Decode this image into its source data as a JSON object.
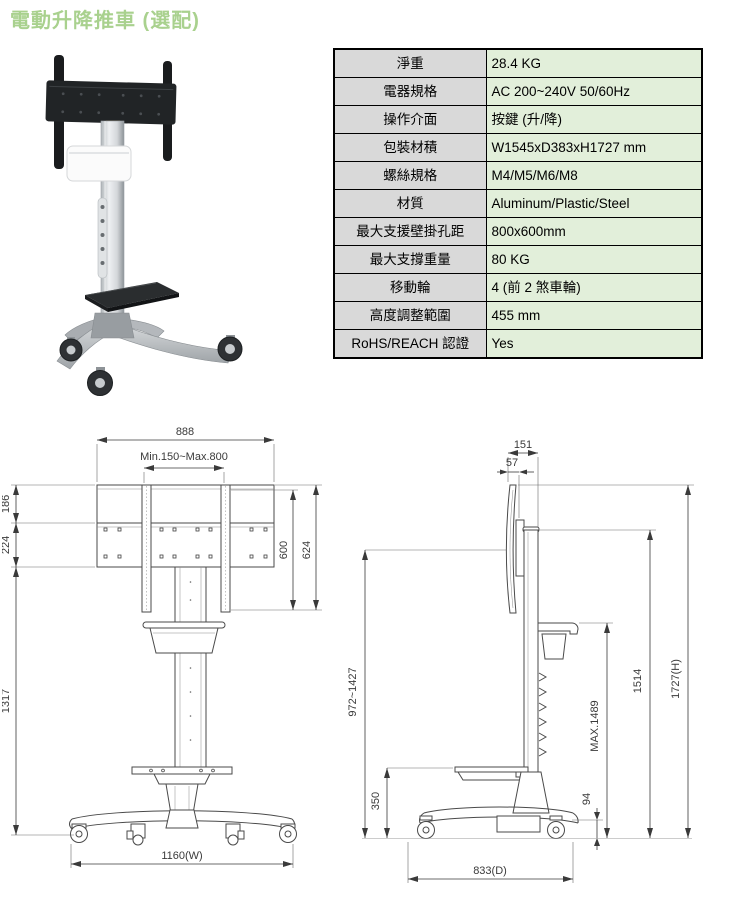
{
  "header": {
    "title": "電動升降推車 (選配)"
  },
  "colors": {
    "title_green": "#a9d18e",
    "table_label_bg": "#d9d9d9",
    "table_value_bg": "#e2efda",
    "table_border": "#000000"
  },
  "spec_table": {
    "rows": [
      {
        "label": "淨重",
        "value": "28.4 KG"
      },
      {
        "label": "電器規格",
        "value": "AC 200~240V 50/60Hz"
      },
      {
        "label": "操作介面",
        "value": "按鍵 (升/降)"
      },
      {
        "label": "包裝材積",
        "value": "W1545xD383xH1727 mm"
      },
      {
        "label": "螺絲規格",
        "value": "M4/M5/M6/M8"
      },
      {
        "label": "材質",
        "value": "Aluminum/Plastic/Steel"
      },
      {
        "label": "最大支援壁掛孔距",
        "value": "800x600mm"
      },
      {
        "label": "最大支撐重量",
        "value": "80 KG"
      },
      {
        "label": "移動輪",
        "value": "4 (前 2 煞車輪)"
      },
      {
        "label": "高度調整範圍",
        "value": "455 mm"
      },
      {
        "label": "RoHS/REACH 認證",
        "value": "Yes"
      }
    ]
  },
  "front_view": {
    "dims": {
      "overall_width": "888",
      "vesa_range": "Min.150~Max.800",
      "upper_offset": "186",
      "plate_height": "224",
      "lower_height": "1317",
      "rail_span": "600",
      "rail_length": "624",
      "base_width": "1160(W)"
    }
  },
  "side_view": {
    "dims": {
      "head_depth": "151",
      "panel_depth": "57",
      "height_range": "972~1427",
      "shelf_height": "350",
      "base_height": "94",
      "max_height": "MAX.1489",
      "column_height": "1514",
      "overall_height": "1727(H)",
      "base_depth": "833(D)"
    }
  }
}
